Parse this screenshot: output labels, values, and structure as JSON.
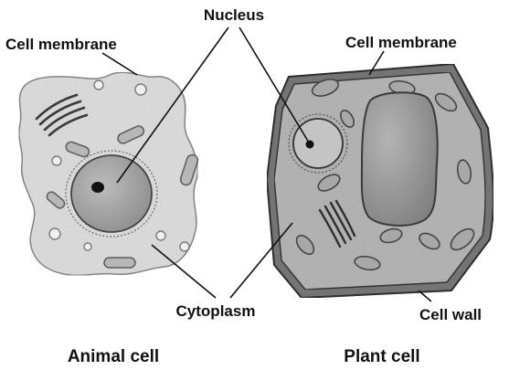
{
  "labels": {
    "nucleus": "Nucleus",
    "cell_membrane_animal": "Cell membrane",
    "cell_membrane_plant": "Cell membrane",
    "cytoplasm": "Cytoplasm",
    "cell_wall": "Cell wall"
  },
  "captions": {
    "animal": "Animal cell",
    "plant": "Plant cell"
  },
  "colors": {
    "animal_cytoplasm": "#e2e2e2",
    "plant_cytoplasm": "#b9b9b9",
    "plant_wall": "#7a7a7a",
    "nucleus_fill": "#a9a9a9",
    "vacuole_fill": "#9a9a9a"
  }
}
